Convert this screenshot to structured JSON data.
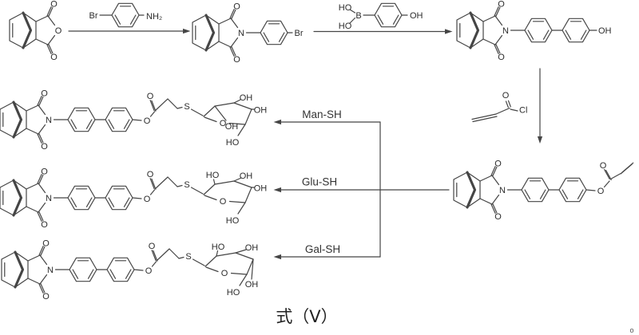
{
  "figure": {
    "caption": "式（V）",
    "background": "#ffffff",
    "line_color": "#454545",
    "text_color": "#2b2b2b"
  },
  "reaction_labels": {
    "man_sh": "Man-SH",
    "glu_sh": "Glu-SH",
    "gal_sh": "Gal-SH"
  },
  "atoms": {
    "O": "O",
    "N": "N",
    "S": "S",
    "B": "B",
    "Br": "Br",
    "Cl": "Cl",
    "OH": "OH",
    "HO": "HO",
    "NH2": "NH₂"
  },
  "marks": {
    "stray_dot": "o"
  }
}
